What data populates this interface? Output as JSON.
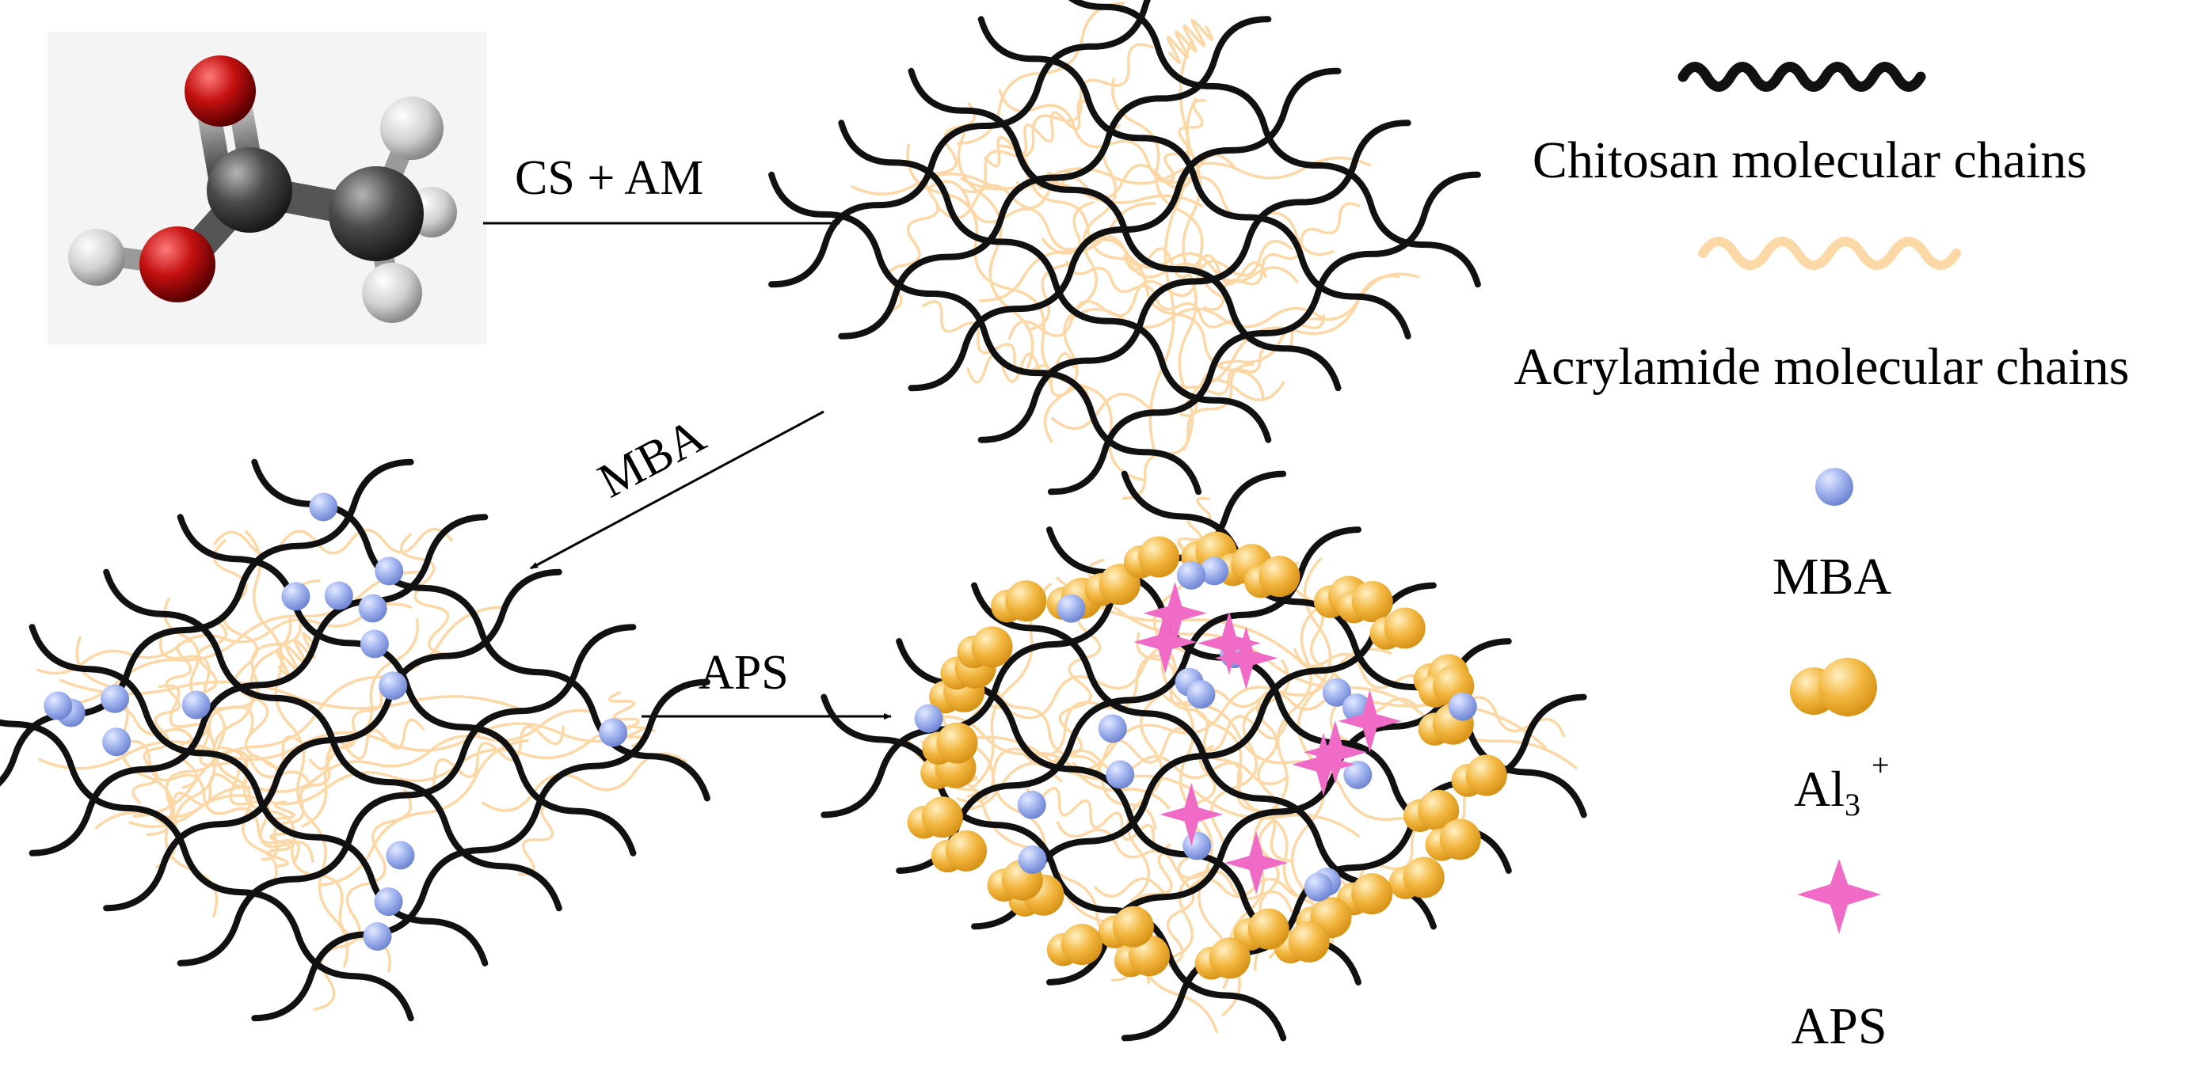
{
  "steps": [
    {
      "id": "cs_am",
      "label": "CS + AM"
    },
    {
      "id": "mba",
      "label": "MBA"
    },
    {
      "id": "aps",
      "label": "APS"
    }
  ],
  "legend": {
    "chitosan": "Chitosan molecular chains",
    "acrylamide": "Acrylamide molecular chains",
    "mba": "MBA",
    "al_base": "Al",
    "al_sub": "3",
    "al_sup": "+",
    "aps": "APS"
  },
  "colors": {
    "chitosan": "#111111",
    "acrylamide": "#fbd8a6",
    "mba": "#9fb2ee",
    "al": "#f3b740",
    "aps": "#f06bc6",
    "oxygen": "#c41010",
    "carbon": "#4a4a4a",
    "hydrogen": "#d8d8d8"
  },
  "icons": {
    "molecule": "acetic-acid-molecule-icon",
    "chitosan": "black-wavy-chain-icon",
    "acrylamide": "beige-wavy-chain-icon",
    "mba": "blue-sphere-icon",
    "al": "gold-sphere-pair-icon",
    "aps": "pink-star-icon"
  }
}
